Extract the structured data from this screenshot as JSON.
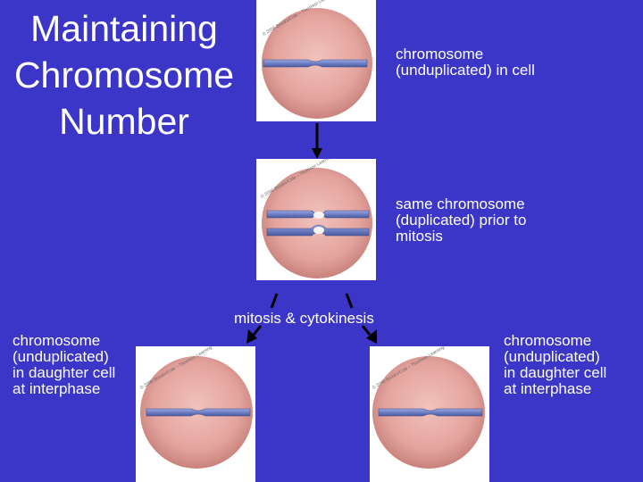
{
  "slide": {
    "title_lines": [
      "Maintaining",
      "Chromosome",
      "Number"
    ]
  },
  "labels": {
    "top": "chromosome\n(unduplicated) in cell",
    "middle": "same chromosome\n(duplicated) prior to\nmitosis",
    "process": "mitosis & cytokinesis",
    "left": "chromosome\n(unduplicated)\nin daughter cell\nat interphase",
    "right": "chromosome\n(unduplicated)\nin daughter cell\nat interphase"
  },
  "colors": {
    "background": "#3b36c8",
    "cell": "#e7a3a0",
    "chromosome": "#7a88c8"
  }
}
